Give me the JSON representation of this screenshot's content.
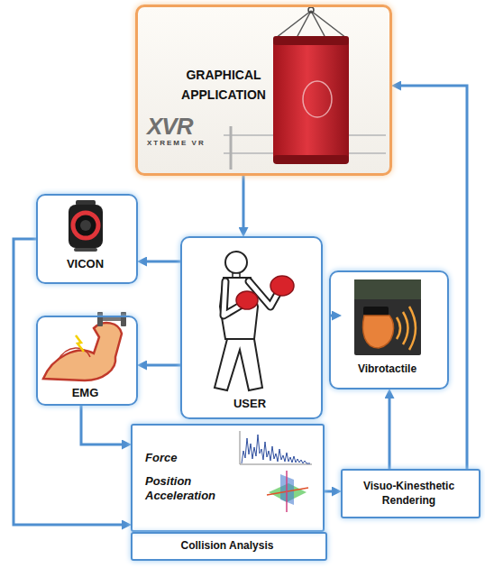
{
  "diagram": {
    "nodes": [
      {
        "text": [
          "GRAPHICAL APPLICATION"
        ]
      },
      {
        "text": [
          "VICON"
        ]
      },
      {
        "text": [
          "USER"
        ]
      },
      {
        "text": [
          "Vibrotactile"
        ]
      },
      {
        "text": [
          "EMG"
        ]
      },
      {
        "text": [
          "Force",
          "Position Acceleration"
        ]
      },
      {
        "text": [
          "Visuo-Kinesthetic Rendering"
        ]
      },
      {
        "text": [
          "Collision Analysis"
        ]
      }
    ],
    "edges": [
      {
        "from": 0,
        "to": 2,
        "arrow": "to"
      },
      {
        "from": 2,
        "to": 1,
        "arrow": "to"
      },
      {
        "from": 2,
        "to": 4,
        "arrow": "to"
      },
      {
        "from": 3,
        "to": 2,
        "arrow": "to"
      },
      {
        "from": 4,
        "to": 5,
        "arrow": "to"
      },
      {
        "from": 1,
        "to": 5,
        "arrow": "to"
      },
      {
        "from": 5,
        "to": 6,
        "arrow": "to"
      },
      {
        "from": 6,
        "to": 3,
        "arrow": "to"
      },
      {
        "from": 6,
        "to": 0,
        "arrow": "to"
      }
    ],
    "labels": [
      "XVR",
      "XTREME VR"
    ]
  }
}
